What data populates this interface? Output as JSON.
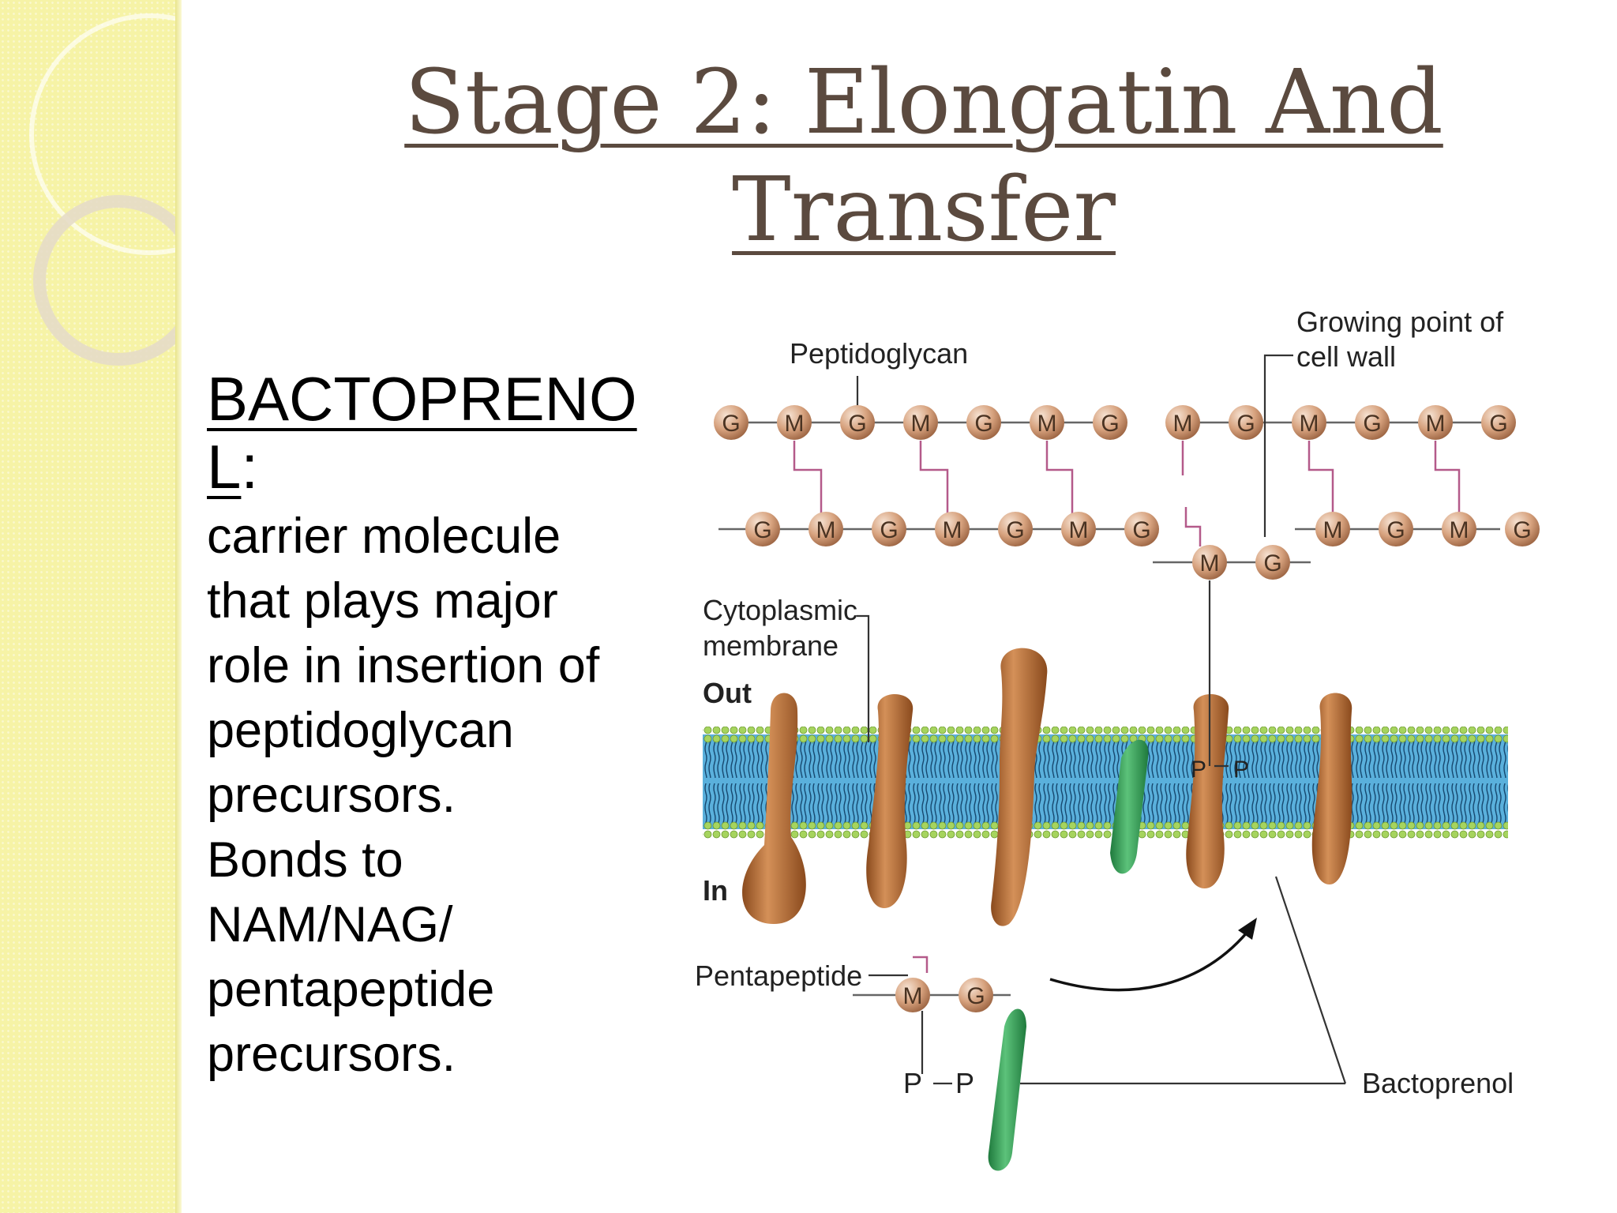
{
  "title_line1": "Stage 2: Elongatin And",
  "title_line2": "Transfer",
  "body": {
    "heading_main": "BACTOPRENO",
    "heading_tail_underlined": "L",
    "heading_colon": ":",
    "lines": [
      "carrier molecule",
      "that plays major",
      "role in insertion of",
      "peptidoglycan",
      "precursors.",
      "Bonds to",
      "NAM/NAG/",
      "pentapeptide",
      "precursors."
    ]
  },
  "diagram": {
    "labels": {
      "peptidoglycan": "Peptidoglycan",
      "growing_point_1": "Growing point of",
      "growing_point_2": "cell wall",
      "cytoplasmic_1": "Cytoplasmic",
      "cytoplasmic_2": "membrane",
      "out": "Out",
      "in": "In",
      "pentapeptide": "Pentapeptide",
      "bactoprenol": "Bactoprenol"
    },
    "row1_left": [
      "G",
      "M",
      "G",
      "M",
      "G",
      "M",
      "G"
    ],
    "row1_right": [
      "M",
      "G",
      "M",
      "G",
      "M",
      "G"
    ],
    "row2_left": [
      "G",
      "M",
      "G",
      "M",
      "G",
      "M",
      "G"
    ],
    "row2_right": [
      "M",
      "G",
      "M",
      "G"
    ],
    "incoming_top": [
      "M",
      "G"
    ],
    "incoming_bottom": [
      "M",
      "G"
    ],
    "phosphate": "P",
    "colors": {
      "bead": "#c98f6a",
      "protein": "#b8703a",
      "bactoprenol": "#3aa45c",
      "membrane": "#5ab0dc",
      "head": "#9fcf57",
      "link": "#b45a8a"
    }
  }
}
